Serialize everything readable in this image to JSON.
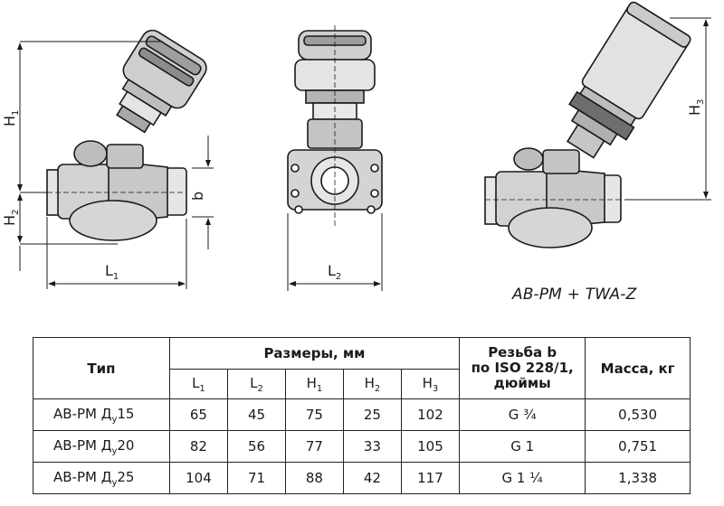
{
  "caption": "AB-PM + TWA-Z",
  "dimensions": {
    "H1": {
      "main": "H",
      "sub": "1"
    },
    "H2": {
      "main": "H",
      "sub": "2"
    },
    "H3": {
      "main": "H",
      "sub": "3"
    },
    "L1": {
      "main": "L",
      "sub": "1"
    },
    "L2": {
      "main": "L",
      "sub": "2"
    },
    "b": "b"
  },
  "table": {
    "col_type": "Тип",
    "col_dims": "Размеры, мм",
    "col_thread_line1": "Резьба b",
    "col_thread_line2": "по ISO 228/1,",
    "col_thread_line3": "дюймы",
    "col_mass": "Масса, кг",
    "sub_headers": [
      {
        "main": "L",
        "sub": "1"
      },
      {
        "main": "L",
        "sub": "2"
      },
      {
        "main": "H",
        "sub": "1"
      },
      {
        "main": "H",
        "sub": "2"
      },
      {
        "main": "H",
        "sub": "3"
      }
    ],
    "rows": [
      {
        "type": "AB-PM Д",
        "type_sub": "у",
        "type_size": "15",
        "L1": "65",
        "L2": "45",
        "H1": "75",
        "H2": "25",
        "H3": "102",
        "thread": "G ¾",
        "mass": "0,530"
      },
      {
        "type": "AB-PM Д",
        "type_sub": "у",
        "type_size": "20",
        "L1": "82",
        "L2": "56",
        "H1": "77",
        "H2": "33",
        "H3": "105",
        "thread": "G 1",
        "mass": "0,751"
      },
      {
        "type": "AB-PM Д",
        "type_sub": "у",
        "type_size": "25",
        "L1": "104",
        "L2": "71",
        "H1": "88",
        "H2": "42",
        "H3": "117",
        "thread": "G 1 ¼",
        "mass": "1,338"
      }
    ]
  }
}
